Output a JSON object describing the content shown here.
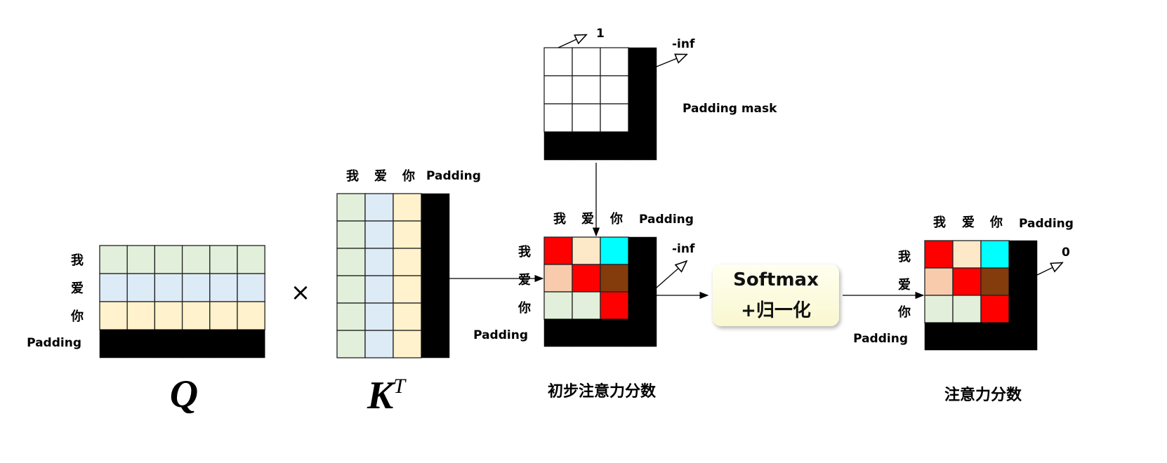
{
  "tokens": [
    "我",
    "爱",
    "你",
    "Padding"
  ],
  "colors": {
    "green": "#e2efda",
    "blue": "#ddebf7",
    "cream": "#fff2cc",
    "black": "#000000",
    "red": "#ff0000",
    "peach": "#f8cbad",
    "brown": "#843c0c",
    "cyan": "#00ffff",
    "light": "#fde9c8",
    "white": "#ffffff",
    "box": "#fffde3"
  },
  "q": {
    "label": "Q",
    "row_colors": [
      "green",
      "blue",
      "cream",
      "black"
    ]
  },
  "kt": {
    "label": "K",
    "sup": "T",
    "col_colors": [
      "green",
      "blue",
      "cream",
      "black"
    ]
  },
  "multiply_sign": "×",
  "mask": {
    "title": "Padding mask",
    "one_label": "1",
    "inf_label": "-inf"
  },
  "initial": {
    "caption": "初步注意力分数",
    "inf_label": "-inf",
    "cells": [
      [
        "red",
        "light",
        "cyan",
        "black"
      ],
      [
        "peach",
        "red",
        "brown",
        "black"
      ],
      [
        "green",
        "green",
        "red",
        "black"
      ],
      [
        "black",
        "black",
        "black",
        "black"
      ]
    ]
  },
  "softmax": {
    "line1": "Softmax",
    "line2": "+归一化"
  },
  "final": {
    "caption": "注意力分数",
    "zero_label": "0",
    "cells": [
      [
        "red",
        "light",
        "cyan",
        "black"
      ],
      [
        "peach",
        "red",
        "brown",
        "black"
      ],
      [
        "green",
        "green",
        "red",
        "black"
      ],
      [
        "black",
        "black",
        "black",
        "black"
      ]
    ]
  }
}
